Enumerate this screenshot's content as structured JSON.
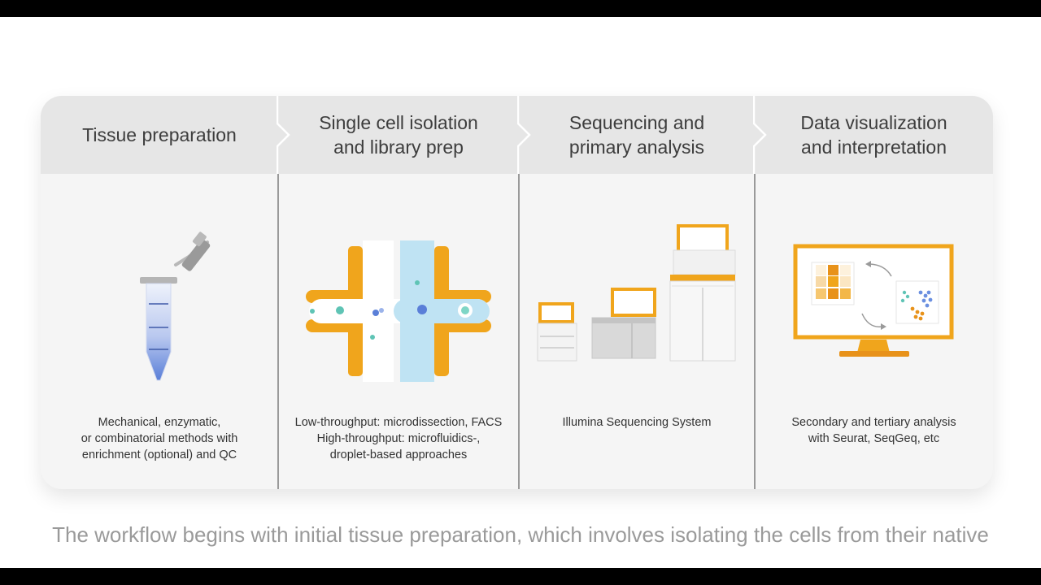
{
  "steps": [
    {
      "title": "Tissue preparation",
      "desc": [
        "Mechanical, enzymatic,",
        "or combinatorial methods with",
        "enrichment (optional) and QC"
      ],
      "icon": "tube-icon"
    },
    {
      "title": [
        "Single cell isolation",
        "and library prep"
      ],
      "desc": [
        "Low-throughput: microdissection, FACS",
        "High-throughput: microfluidics-,",
        "droplet-based approaches"
      ],
      "icon": "microfluidics-icon"
    },
    {
      "title": [
        "Sequencing and",
        "primary analysis"
      ],
      "desc": [
        "Illumina Sequencing System"
      ],
      "icon": "sequencers-icon"
    },
    {
      "title": [
        "Data visualization",
        "and interpretation"
      ],
      "desc": [
        "Secondary and tertiary analysis",
        "with Seurat, SeqGeq, etc"
      ],
      "icon": "monitor-icon"
    }
  ],
  "caption": "The workflow begins with initial tissue preparation, which involves isolating the cells from their native",
  "colors": {
    "accent": "#f0a51c",
    "accent_dark": "#e8921a",
    "blue": "#6a8fe0",
    "header": "#e6e6e6",
    "body": "#f5f5f5"
  }
}
